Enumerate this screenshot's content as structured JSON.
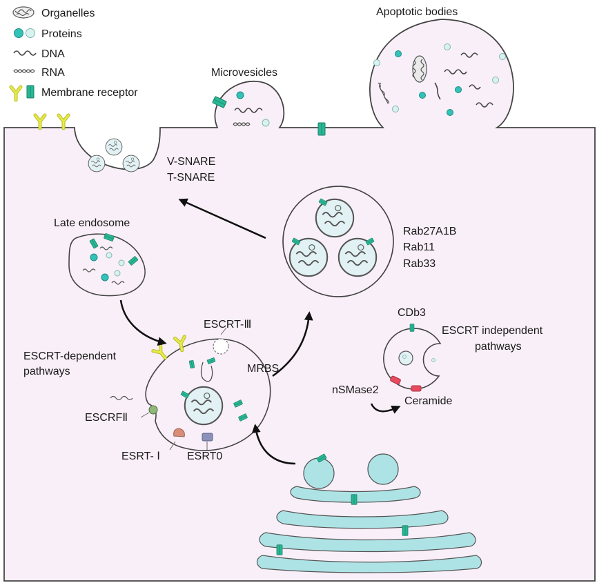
{
  "legend": {
    "organelles": "Organelles",
    "proteins": "Proteins",
    "dna": "DNA",
    "rna": "RNA",
    "membrane_receptor": "Membrane receptor"
  },
  "labels": {
    "apoptotic_bodies": "Apoptotic bodies",
    "microvesicles": "Microvesicles",
    "v_snare": "V-SNARE",
    "t_snare": "T-SNARE",
    "late_endosome": "Late endosome",
    "rab27": "Rab27A1B",
    "rab11": "Rab11",
    "rab33": "Rab33",
    "escrt_iii": "ESCRT-Ⅲ",
    "mrbs": "MRBS",
    "escrt_dependent_1": "ESCRT-dependent",
    "escrt_dependent_2": "pathways",
    "escrf_ii": "ESCRFⅡ",
    "esrt_i": "ESRT- Ⅰ",
    "esrt0": "ESRT0",
    "cdb3": "CDb3",
    "escrt_independent_1": "ESCRT independent",
    "escrt_independent_2": "pathways",
    "nsmase2": "nSMase2",
    "ceramide": "Ceramide"
  },
  "colors": {
    "cell_fill": "#f9eff8",
    "outline": "#444444",
    "protein": "#33c2b8",
    "protein_light": "#d9f2f0",
    "receptor_bar": "#28b895",
    "receptor_y": "#e6ea4a",
    "golgi": "#aee3e6",
    "ceramide": "#e84a5f",
    "escrf": "#8fb87a",
    "esrt_i": "#d88e78",
    "esrt0": "#8b91b8"
  }
}
